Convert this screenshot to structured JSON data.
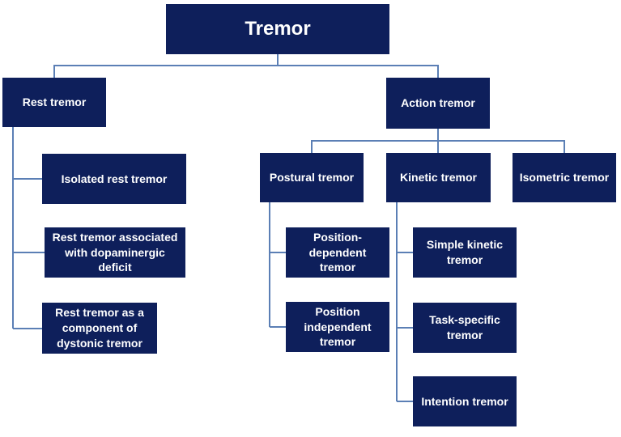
{
  "diagram": {
    "line_color": "#5b7fb5",
    "box_color": "#0e1f5b",
    "text_color": "#ffffff",
    "root": {
      "label": "Tremor"
    },
    "rest": {
      "label": "Rest tremor",
      "children": [
        {
          "label": "Isolated rest tremor"
        },
        {
          "label": "Rest tremor associated with dopaminergic deficit"
        },
        {
          "label": "Rest tremor as a component of dystonic tremor"
        }
      ]
    },
    "action": {
      "label": "Action tremor",
      "postural": {
        "label": "Postural tremor",
        "children": [
          {
            "label": "Position-dependent tremor"
          },
          {
            "label": "Position independent tremor"
          }
        ]
      },
      "kinetic": {
        "label": "Kinetic tremor",
        "children": [
          {
            "label": "Simple kinetic tremor"
          },
          {
            "label": "Task-specific tremor"
          },
          {
            "label": "Intention tremor"
          }
        ]
      },
      "isometric": {
        "label": "Isometric tremor"
      }
    }
  }
}
